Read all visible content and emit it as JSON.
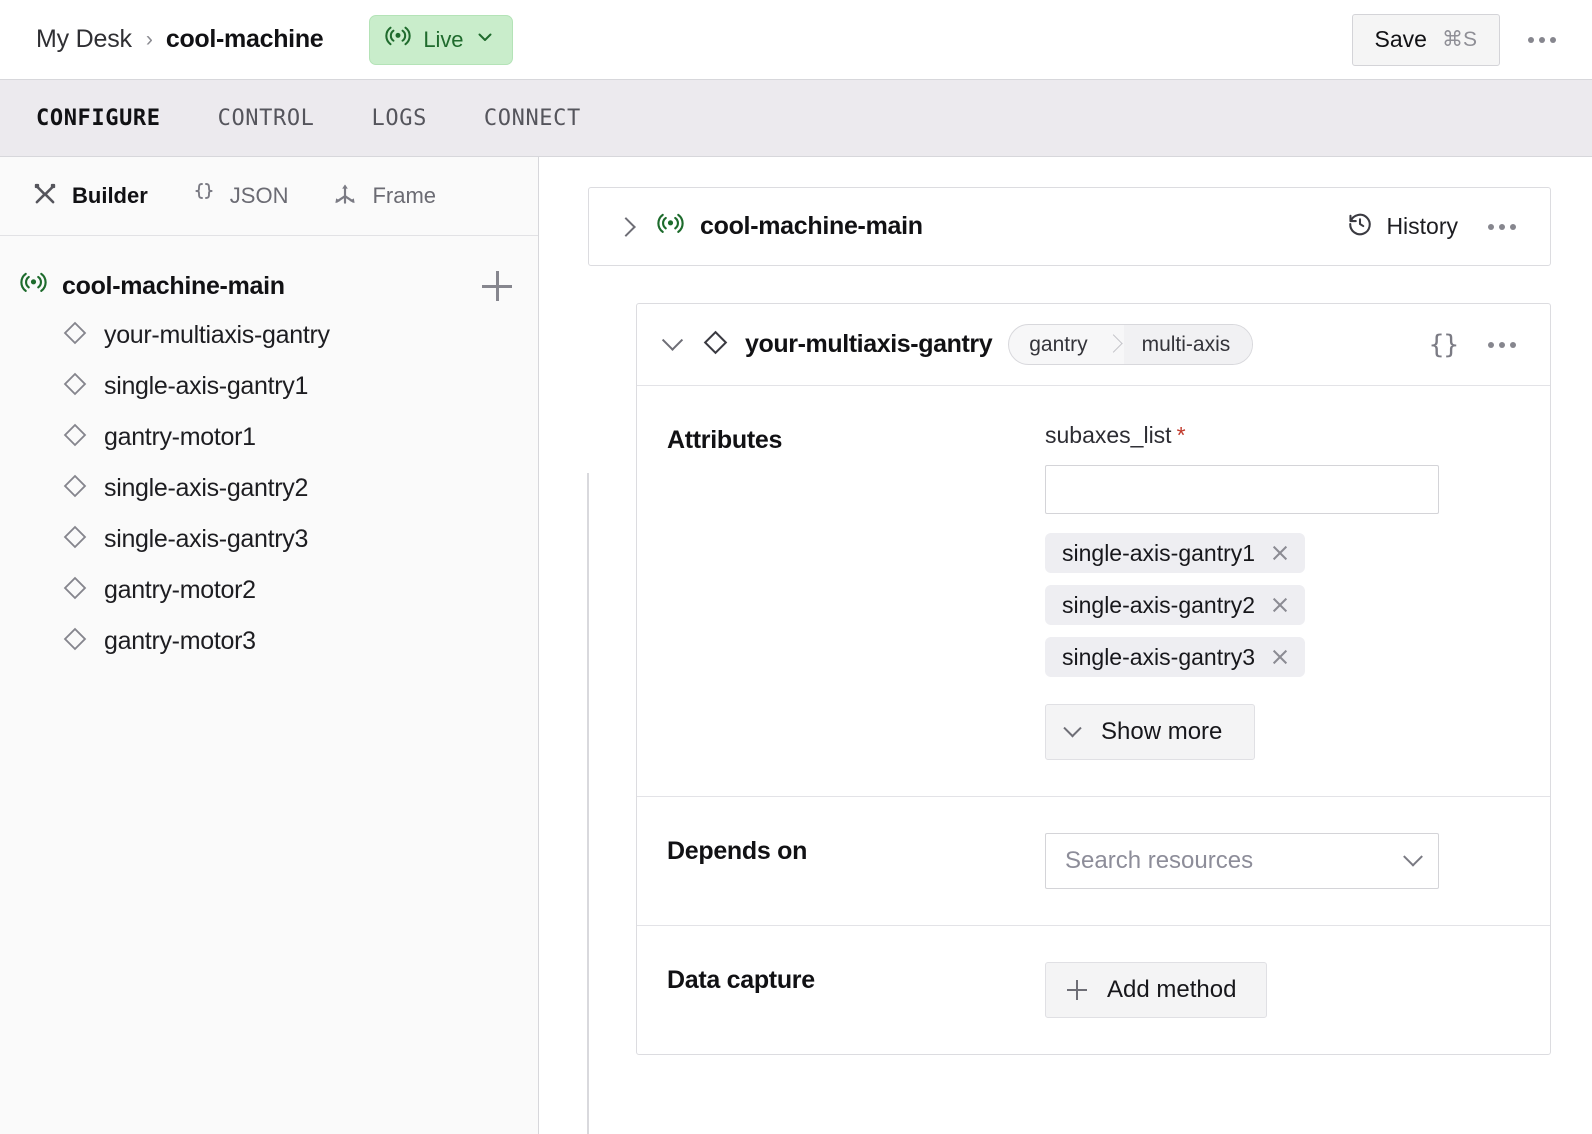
{
  "topbar": {
    "breadcrumb_root": "My Desk",
    "breadcrumb_sep": "›",
    "breadcrumb_current": "cool-machine",
    "status_badge": {
      "label": "Live",
      "icon": "broadcast-icon",
      "bg_color": "#c9edcb",
      "text_color": "#1f6b2d"
    },
    "save_label": "Save",
    "save_shortcut": "⌘S"
  },
  "tabs": [
    {
      "label": "CONFIGURE",
      "active": true
    },
    {
      "label": "CONTROL",
      "active": false
    },
    {
      "label": "LOGS",
      "active": false
    },
    {
      "label": "CONNECT",
      "active": false
    }
  ],
  "sidebar": {
    "tools": [
      {
        "label": "Builder",
        "icon": "tools-icon",
        "active": true
      },
      {
        "label": "JSON",
        "icon": "braces-icon",
        "active": false
      },
      {
        "label": "Frame",
        "icon": "axes-icon",
        "active": false
      }
    ],
    "tree_root": {
      "label": "cool-machine-main",
      "icon": "broadcast-icon",
      "add_icon": "plus-icon"
    },
    "tree_items": [
      {
        "label": "your-multiaxis-gantry",
        "icon": "diamond-icon"
      },
      {
        "label": "single-axis-gantry1",
        "icon": "diamond-icon"
      },
      {
        "label": "gantry-motor1",
        "icon": "diamond-icon"
      },
      {
        "label": "single-axis-gantry2",
        "icon": "diamond-icon"
      },
      {
        "label": "single-axis-gantry3",
        "icon": "diamond-icon"
      },
      {
        "label": "gantry-motor2",
        "icon": "diamond-icon"
      },
      {
        "label": "gantry-motor3",
        "icon": "diamond-icon"
      }
    ]
  },
  "main": {
    "root_card": {
      "title": "cool-machine-main",
      "icon": "broadcast-icon",
      "history_label": "History",
      "history_icon": "history-clock-icon"
    },
    "gantry_card": {
      "title": "your-multiaxis-gantry",
      "icon": "diamond-icon",
      "type_pill": {
        "api": "gantry",
        "model": "multi-axis"
      },
      "json_icon": "braces-icon",
      "rows": {
        "attributes": {
          "label": "Attributes",
          "field_label": "subaxes_list",
          "required_marker": "*",
          "input_value": "",
          "chips": [
            {
              "label": "single-axis-gantry1"
            },
            {
              "label": "single-axis-gantry2"
            },
            {
              "label": "single-axis-gantry3"
            }
          ],
          "show_more_label": "Show more"
        },
        "depends_on": {
          "label": "Depends on",
          "placeholder": "Search resources",
          "value": ""
        },
        "data_capture": {
          "label": "Data capture",
          "add_method_label": "Add method"
        }
      }
    }
  }
}
